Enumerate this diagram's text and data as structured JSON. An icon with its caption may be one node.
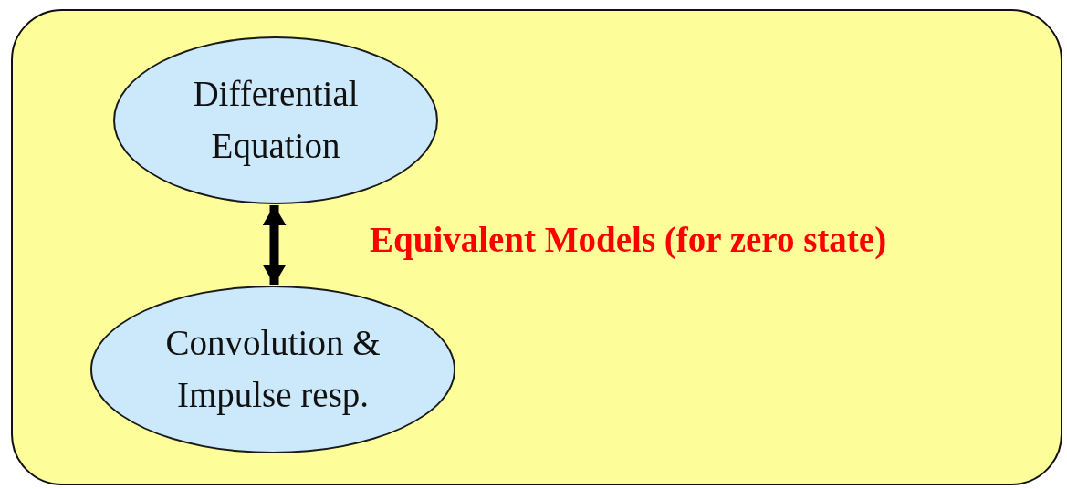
{
  "diagram": {
    "nodes": [
      {
        "text": [
          "Equivalent Models (for zero state)"
        ]
      },
      {
        "text": [
          "Differential Equation"
        ],
        "in": 0
      },
      {
        "text": [
          "Convolution & Impulse resp."
        ],
        "in": 0
      }
    ],
    "edges": [
      {
        "from": 1,
        "to": 2,
        "arrow": "both"
      }
    ]
  }
}
